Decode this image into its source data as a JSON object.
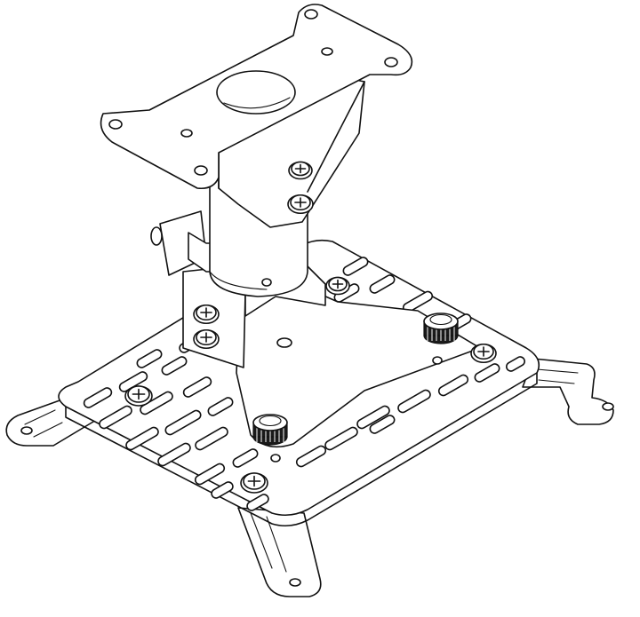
{
  "figure": {
    "subject": "projector-ceiling-mount",
    "line_color": "#111111",
    "background": "#ffffff",
    "parts": [
      {
        "name": "ceiling-flange-plate",
        "icon": "flange-plate-icon"
      },
      {
        "name": "center-column",
        "icon": "tube-icon"
      },
      {
        "name": "tilt-bracket",
        "icon": "bracket-icon"
      },
      {
        "name": "adapter-base-plate",
        "icon": "slotted-plate-icon"
      },
      {
        "name": "mounting-arms",
        "icon": "arm-icon",
        "count": 4
      },
      {
        "name": "knurled-knobs",
        "icon": "knob-icon",
        "count": 2
      },
      {
        "name": "phillips-screws",
        "icon": "screw-icon",
        "count": 8
      }
    ]
  }
}
